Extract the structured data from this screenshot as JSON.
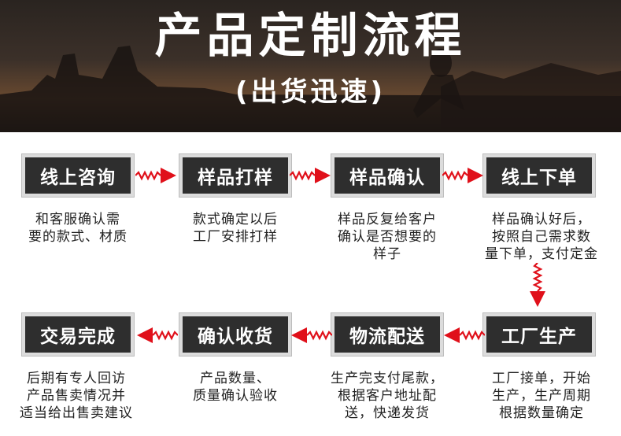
{
  "header": {
    "title": "产品定制流程",
    "subtitle": "(出货迅速)"
  },
  "colors": {
    "step_bg": "#2e2e2e",
    "arrow": "#e0101a",
    "hero_bg": "#3b3029"
  },
  "steps": [
    {
      "label": "线上咨询",
      "desc": "和客服确认需\n要的款式、材质"
    },
    {
      "label": "样品打样",
      "desc": "款式确定以后\n工厂安排打样"
    },
    {
      "label": "样品确认",
      "desc": "样品反复给客户\n确认是否想要的\n样子"
    },
    {
      "label": "线上下单",
      "desc": "样品确认好后，\n按照自己需求数\n量下单，支付定金"
    },
    {
      "label": "工厂生产",
      "desc": "工厂接单，开始\n生产，生产周期\n根据数量确定"
    },
    {
      "label": "物流配送",
      "desc": "生产完支付尾款，\n根据客户地址配\n送，快递发货"
    },
    {
      "label": "确认收货",
      "desc": "产品数量、\n质量确认验收"
    },
    {
      "label": "交易完成",
      "desc": "后期有专人回访\n产品售卖情况并\n适当给出售卖建议"
    }
  ]
}
